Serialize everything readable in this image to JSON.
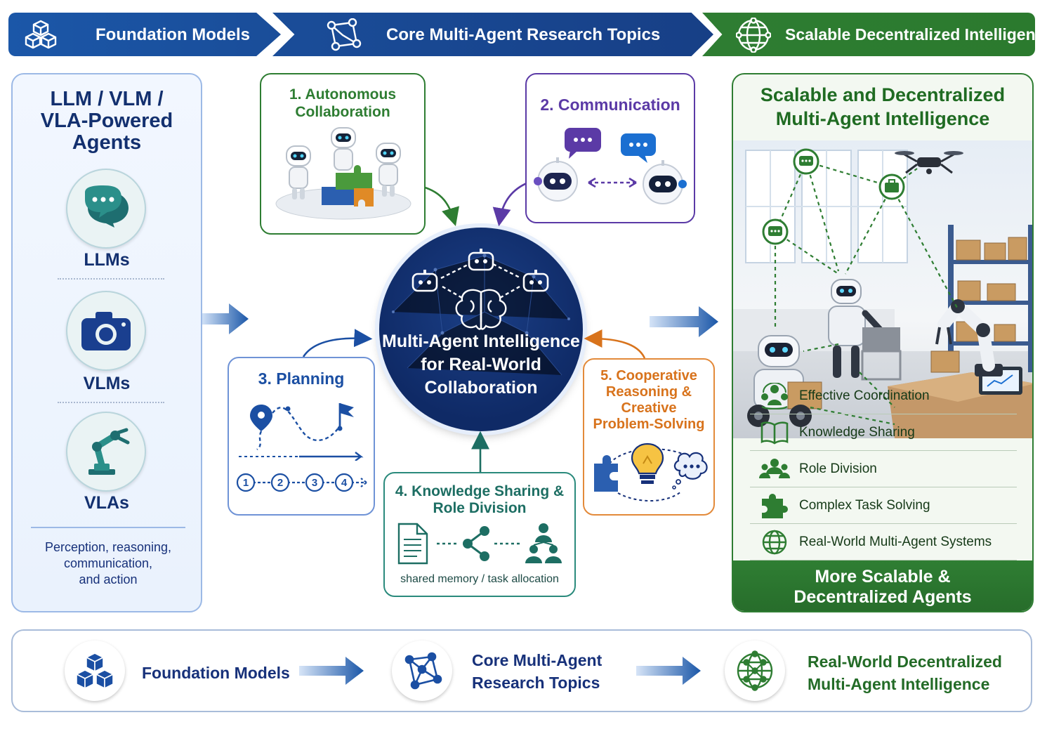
{
  "header": {
    "steps": [
      {
        "label": "Foundation Models",
        "icon": "cubes-icon"
      },
      {
        "label": "Core Multi-Agent Research Topics",
        "icon": "network-icon"
      },
      {
        "label": "Scalable Decentralized Intelligence",
        "icon": "globe-network-icon"
      }
    ]
  },
  "left_panel": {
    "title_lines": [
      "LLM / VLM /",
      "VLA-Powered",
      "Agents"
    ],
    "items": [
      {
        "label": "LLMs",
        "icon": "chat-bubbles-icon"
      },
      {
        "label": "VLMs",
        "icon": "camera-icon"
      },
      {
        "label": "VLAs",
        "icon": "robot-arm-icon"
      }
    ],
    "footer_lines": [
      "Perception, reasoning,",
      "communication,",
      "and action"
    ]
  },
  "center": {
    "hub_lines": [
      "Multi-Agent Intelligence",
      "for Real-World",
      "Collaboration"
    ],
    "topics": [
      {
        "id": "autonomous-collaboration",
        "title_lines": [
          "1. Autonomous",
          "Collaboration"
        ],
        "color": "#2e7d32"
      },
      {
        "id": "communication",
        "title_lines": [
          "2. Communication"
        ],
        "color": "#5b3aa6"
      },
      {
        "id": "planning",
        "title_lines": [
          "3. Planning"
        ],
        "color": "#1b4fa3",
        "steps": [
          "1",
          "2",
          "3",
          "4"
        ]
      },
      {
        "id": "knowledge-sharing",
        "title_lines": [
          "4. Knowledge Sharing &",
          "Role Division"
        ],
        "caption": "shared memory / task allocation",
        "color": "#1d6e63"
      },
      {
        "id": "cooperative-reasoning",
        "title_lines": [
          "5. Cooperative",
          "Reasoning &",
          "Creative",
          "Problem-Solving"
        ],
        "color": "#d8731c"
      }
    ]
  },
  "right_panel": {
    "title_lines": [
      "Scalable and Decentralized",
      "Multi-Agent Intelligence"
    ],
    "features": [
      {
        "label": "Effective Coordination",
        "icon": "coordination-icon"
      },
      {
        "label": "Knowledge Sharing",
        "icon": "book-icon"
      },
      {
        "label": "Role Division",
        "icon": "team-icon"
      },
      {
        "label": "Complex Task Solving",
        "icon": "puzzle-icon"
      },
      {
        "label": "Real-World Multi-Agent Systems",
        "icon": "globe-icon"
      }
    ],
    "footer_lines": [
      "More Scalable &",
      "Decentralized Agents"
    ]
  },
  "bottom_flow": {
    "steps": [
      {
        "lines": [
          "Foundation Models"
        ],
        "icon": "cubes-icon"
      },
      {
        "lines": [
          "Core Multi-Agent",
          "Research Topics"
        ],
        "icon": "network-icon"
      },
      {
        "lines": [
          "Real-World Decentralized",
          "Multi-Agent Intelligence"
        ],
        "icon": "globe-network-icon"
      }
    ]
  },
  "colors": {
    "navy": "#13306f",
    "brand_blue": "#1b57a8",
    "brand_green": "#2e7d32",
    "purple": "#5b3aa6",
    "orange": "#d8731c",
    "teal": "#1d6e63"
  }
}
